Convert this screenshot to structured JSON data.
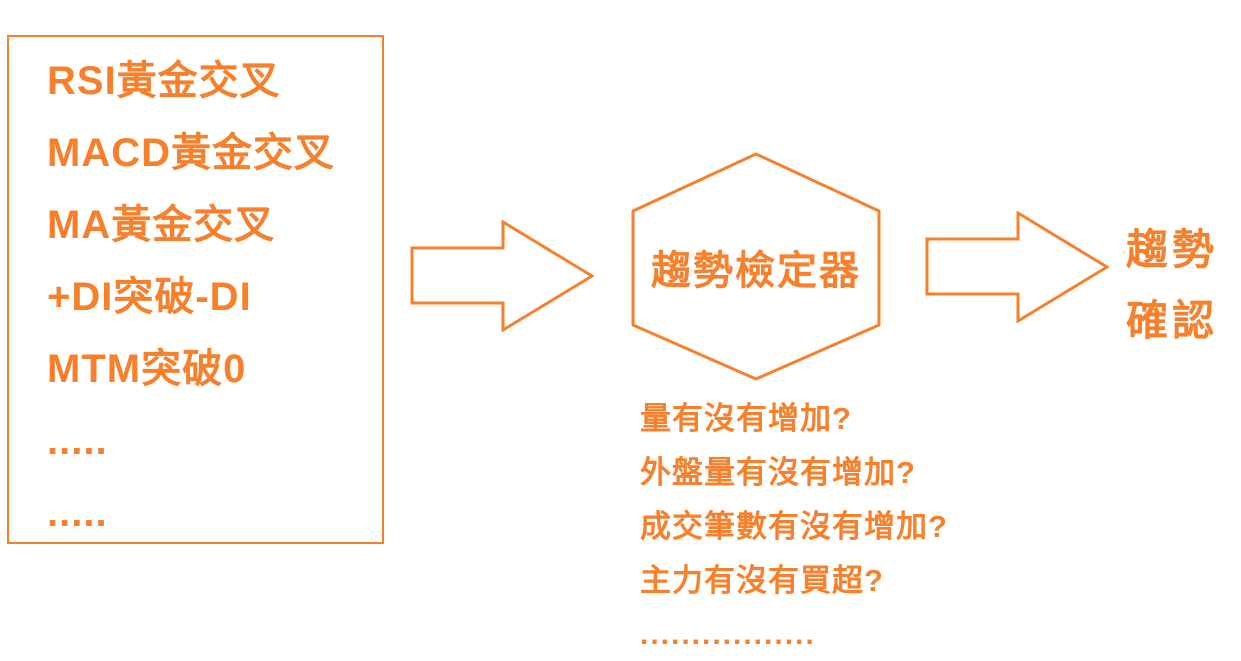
{
  "colors": {
    "accent": "#F6802C",
    "background": "#FFFFFF"
  },
  "signal_box": {
    "items": [
      "RSI黃金交叉",
      "MACD黃金交叉",
      "MA黃金交叉",
      "+DI突破-DI",
      "MTM突破0",
      ".....",
      "....."
    ]
  },
  "detector": {
    "label": "趨勢檢定器"
  },
  "questions": {
    "items": [
      "量有沒有增加?",
      "外盤量有沒有增加?",
      "成交筆數有沒有增加?",
      "主力有沒有買超?",
      "................."
    ]
  },
  "result": {
    "line1": "趨勢",
    "line2": "確認"
  }
}
